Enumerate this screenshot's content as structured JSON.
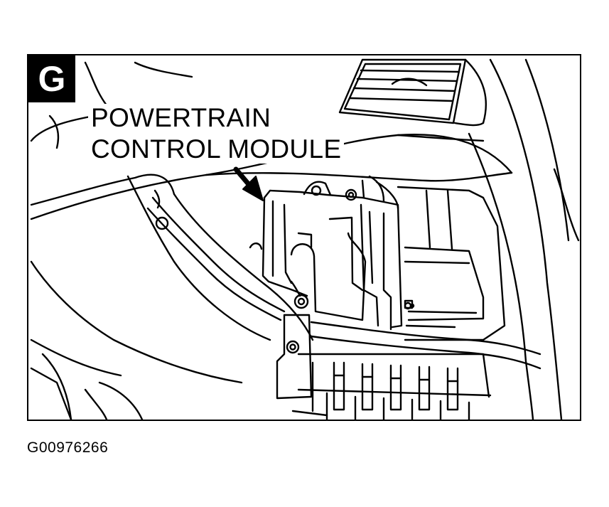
{
  "panel_letter": "G",
  "callout": {
    "line1": "POWERTRAIN",
    "line2": "CONTROL MODULE"
  },
  "figure_id": "G00976266"
}
